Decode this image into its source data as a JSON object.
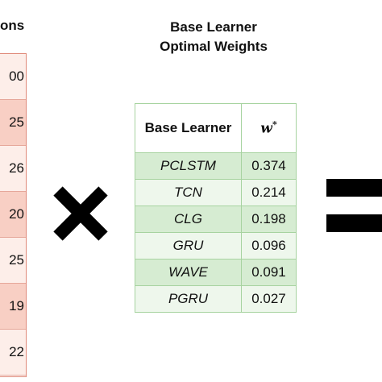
{
  "left_panel": {
    "title_fragment": "ons",
    "values": [
      "00",
      "25",
      "26",
      "20",
      "25",
      "19",
      "22"
    ]
  },
  "center_panel": {
    "title_line1": "Base Learner",
    "title_line2": "Optimal Weights"
  },
  "weights_table": {
    "header_learner": "Base Learner",
    "header_weight": "w",
    "header_weight_sup": "*",
    "rows": [
      {
        "learner": "PCLSTM",
        "weight": "0.374"
      },
      {
        "learner": "TCN",
        "weight": "0.214"
      },
      {
        "learner": "CLG",
        "weight": "0.198"
      },
      {
        "learner": "GRU",
        "weight": "0.096"
      },
      {
        "learner": "WAVE",
        "weight": "0.091"
      },
      {
        "learner": "PGRU",
        "weight": "0.027"
      }
    ]
  },
  "operators": {
    "left": "multiply",
    "right": "equals"
  },
  "colors": {
    "left_cell_shades": [
      "#fdeee9",
      "#f8cfc4",
      "#fdeee9",
      "#f8cfc4",
      "#fdeee9",
      "#f8cfc4",
      "#fdeee9"
    ],
    "row_shades": [
      "#d6ecd2",
      "#eef7ec",
      "#d6ecd2",
      "#eef7ec",
      "#d6ecd2",
      "#eef7ec"
    ],
    "left_border": "#e08a7a",
    "table_border": "#8cc38c"
  }
}
